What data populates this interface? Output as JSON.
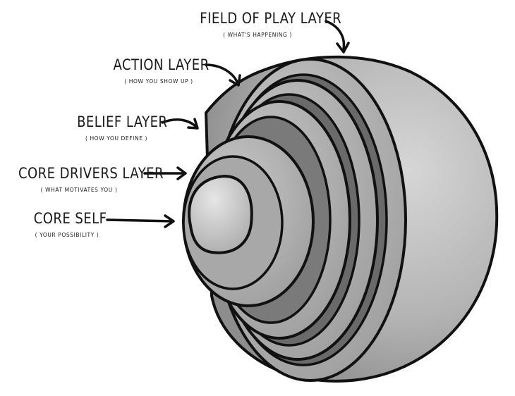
{
  "layers": [
    {
      "id": "field",
      "title": "FIELD OF PLAY LAYER",
      "subtitle": "( WHAT'S HAPPENING )"
    },
    {
      "id": "action",
      "title": "ACTION LAYER",
      "subtitle": "( HOW YOU SHOW UP )"
    },
    {
      "id": "belief",
      "title": "BELIEF LAYER",
      "subtitle": "( HOW YOU DEFINE )"
    },
    {
      "id": "core_drivers",
      "title": "CORE DRIVERS LAYER",
      "subtitle": "( WHAT MOTIVATES YOU )"
    },
    {
      "id": "core_self",
      "title": "CORE SELF",
      "subtitle": "( YOUR POSSIBILITY )"
    }
  ],
  "colors": {
    "outline": "#111111",
    "shell_outer": "#b9b9b9",
    "shell_mid": "#a7a7a7",
    "shell_inner": "#c8c8c8",
    "gap": "#5e5e5e",
    "core": "#d2d2d2"
  }
}
